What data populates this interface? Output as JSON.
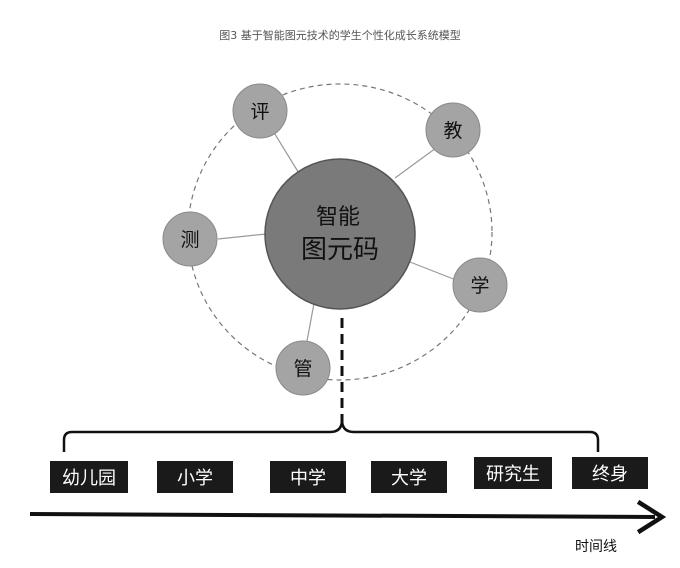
{
  "title": "图3  基于智能图元技术的学生个性化成长系统模型",
  "center": {
    "line1": "智能",
    "line2": "图元码"
  },
  "satellites": [
    {
      "id": "ping",
      "label": "评"
    },
    {
      "id": "jiao",
      "label": "教"
    },
    {
      "id": "ce",
      "label": "测"
    },
    {
      "id": "xue",
      "label": "学"
    },
    {
      "id": "guan",
      "label": "管"
    }
  ],
  "stages": [
    "幼儿园",
    "小学",
    "中学",
    "大学",
    "研究生",
    "终身"
  ],
  "timeline_label": "时间线",
  "colors": {
    "center_fill": "#7a7a7a",
    "satellite_fill": "#a4a4a4",
    "stage_fill": "#1a1a1a",
    "line": "#9a9a9a"
  }
}
